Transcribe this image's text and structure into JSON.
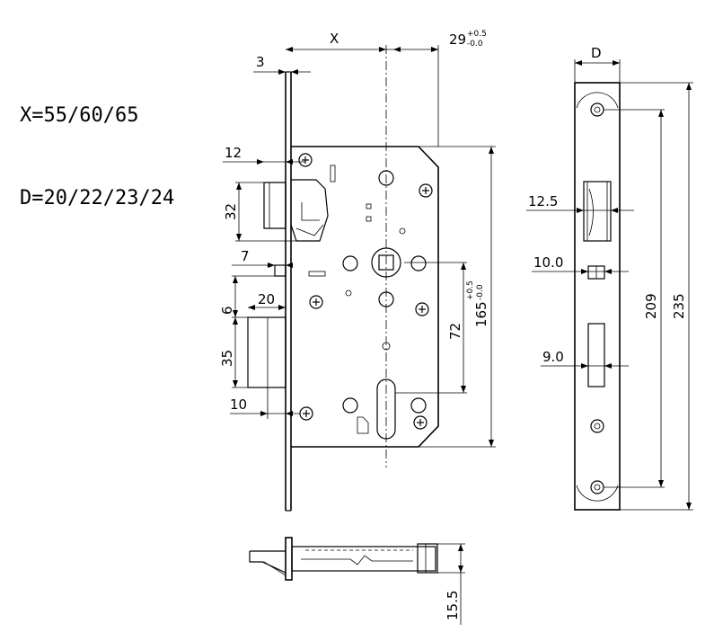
{
  "specs": {
    "x_variants": "X=55/60/65",
    "d_variants": "D=20/22/23/24"
  },
  "dimensions": {
    "x": "X",
    "backset_main": "29",
    "backset_tol_plus": "+0.5",
    "backset_tol_minus": "-0.0",
    "faceplate_thickness": "3",
    "d": "D",
    "latch_offset": "12",
    "latch_height": "32",
    "trigger_offset": "7",
    "trigger_gap": "6",
    "deadbolt_throw": "20",
    "deadbolt_height": "35",
    "deadbolt_bottom": "10",
    "hole_spacing": "72",
    "case_height_main": "165",
    "case_tol_plus": "+0.5",
    "case_tol_minus": "-0.0",
    "fp_latch_width": "12.5",
    "fp_trigger_width": "10.0",
    "fp_bolt_width": "9.0",
    "fp_screw_spacing": "209",
    "fp_length": "235",
    "case_depth": "15.5"
  }
}
